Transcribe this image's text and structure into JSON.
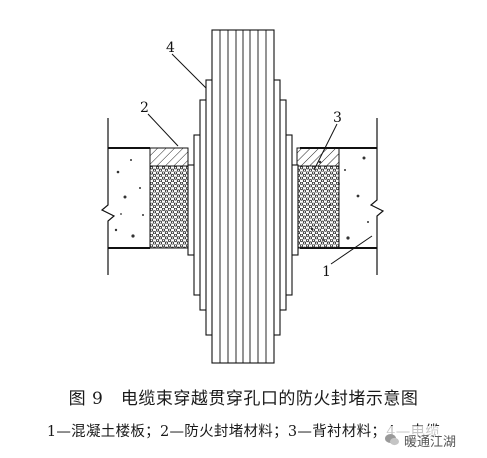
{
  "diagram": {
    "callouts": [
      {
        "id": "4",
        "text": "4"
      },
      {
        "id": "2",
        "text": "2"
      },
      {
        "id": "3",
        "text": "3"
      },
      {
        "id": "1",
        "text": "1"
      }
    ]
  },
  "caption": {
    "title": "图 9　电缆束穿越贯穿孔口的防火封堵示意图",
    "legend": "1—混凝土楼板；2—防火封堵材料；3—背衬材料；4—电缆"
  },
  "watermark": {
    "text": "暖通江湖",
    "icon": "wechat-bubble-icon"
  }
}
